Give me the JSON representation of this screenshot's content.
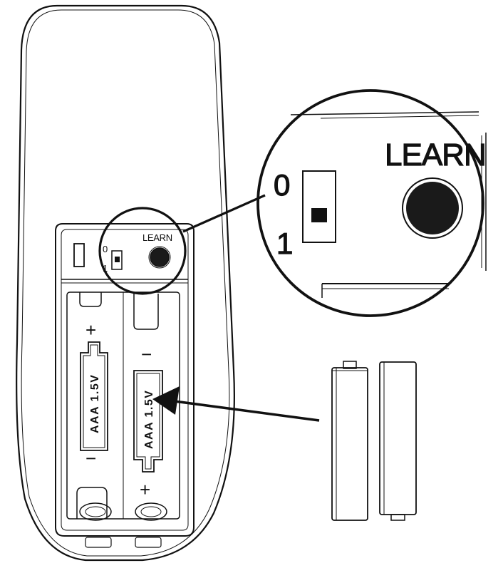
{
  "callout": {
    "learn_label": "LEARN",
    "switch_off_label": "0",
    "switch_on_label": "1"
  },
  "remote": {
    "learn_label": "LEARN",
    "switch_off_label": "0",
    "switch_on_label": "1"
  },
  "batteries": {
    "left_label": "AAA  1.5V",
    "right_label": "AAA  1.5V"
  },
  "polarity": {
    "plus": "+",
    "minus": "−"
  },
  "colors": {
    "line": "#111111",
    "background": "#ffffff",
    "button_fill": "#1a1a1a"
  }
}
